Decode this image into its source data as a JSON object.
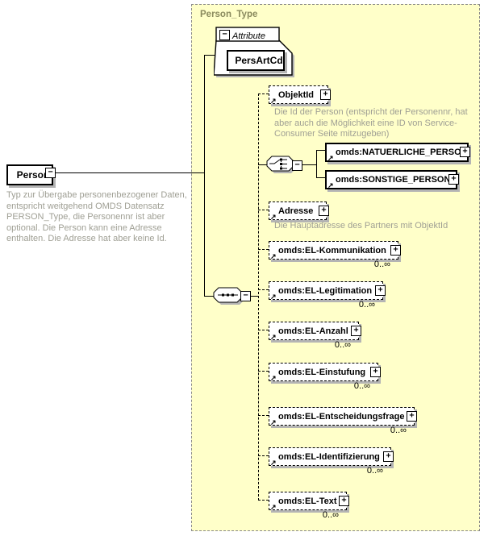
{
  "diagram": {
    "container": {
      "title": "Person_Type"
    },
    "root": {
      "label": "Person",
      "description": "Typ zur Übergabe personenbezogener Daten, entspricht weitgehend OMDS Datensatz PERSON_Type, die Personennr ist aber optional. Die Person kann eine Adresse enthalten. Die Adresse hat aber keine Id."
    },
    "attributes_section": {
      "label": "Attribute",
      "items": [
        {
          "name": "PersArtCd"
        }
      ]
    },
    "compositors": {
      "sequence": "sequence",
      "choice": "choice"
    },
    "children": [
      {
        "label": "ObjektId",
        "optional": true,
        "description": "Die Id der Person (entspricht der Personennr, hat aber auch die Möglichkeit eine ID von Service-Consumer Seite mitzugeben)"
      },
      {
        "label": "omds:NATUERLICHE_PERSON",
        "optional": false
      },
      {
        "label": "omds:SONSTIGE_PERSON",
        "optional": false
      },
      {
        "label": "Adresse",
        "optional": true,
        "description": "Die Hauptadresse des Partners mit ObjektId"
      },
      {
        "label": "omds:EL-Kommunikation",
        "optional": true,
        "occurrence": "0..∞"
      },
      {
        "label": "omds:EL-Legitimation",
        "optional": true,
        "occurrence": "0..∞"
      },
      {
        "label": "omds:EL-Anzahl",
        "optional": true,
        "occurrence": "0..∞"
      },
      {
        "label": "omds:EL-Einstufung",
        "optional": true,
        "occurrence": "0..∞"
      },
      {
        "label": "omds:EL-Entscheidungsfrage",
        "optional": true,
        "occurrence": "0..∞"
      },
      {
        "label": "omds:EL-Identifizierung",
        "optional": true,
        "occurrence": "0..∞"
      },
      {
        "label": "omds:EL-Text",
        "optional": true,
        "occurrence": "0..∞"
      }
    ],
    "icons": {
      "collapse": "−",
      "expand": "+",
      "reference_arrow": "↗"
    },
    "colors": {
      "container_fill": "#FFFFC9",
      "container_border": "#8A8A8A",
      "container_title": "#8A8A5E",
      "annotation_text": "#9F9F94",
      "shadow": "#B4B4B4",
      "box_fill": "#FFFFFF",
      "line": "#000000"
    }
  }
}
